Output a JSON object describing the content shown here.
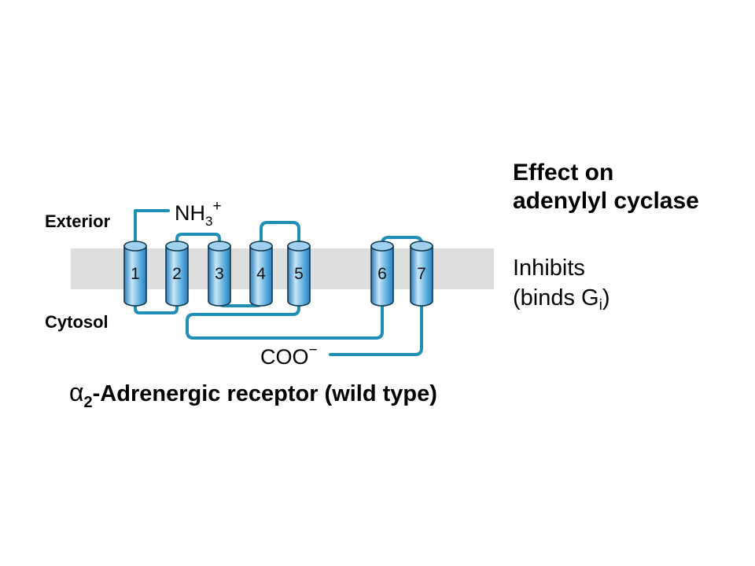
{
  "colors": {
    "membrane": "#dedede",
    "loop": "#1f8fb5",
    "helix_fill_light": "#c9e6f7",
    "helix_fill_mid": "#5fb0e0",
    "helix_fill_dark": "#2a7fbf",
    "helix_stroke": "#10384f",
    "text": "#1a1a1a"
  },
  "labels": {
    "exterior": "Exterior",
    "cytosol": "Cytosol",
    "n_terminus": "NH",
    "n_terminus_sub": "3",
    "n_terminus_sup": "+",
    "c_terminus": "COO",
    "c_terminus_sup": "−"
  },
  "helices": [
    "1",
    "2",
    "3",
    "4",
    "5",
    "6",
    "7"
  ],
  "effect": {
    "title_line1": "Effect on",
    "title_line2": "adenylyl cyclase",
    "value_line1": "Inhibits",
    "value_line2_prefix": "(binds G",
    "value_line2_sub": "i",
    "value_line2_suffix": ")"
  },
  "caption": {
    "symbol": "α",
    "subscript": "2",
    "text": "-Adrenergic receptor (wild type)"
  }
}
